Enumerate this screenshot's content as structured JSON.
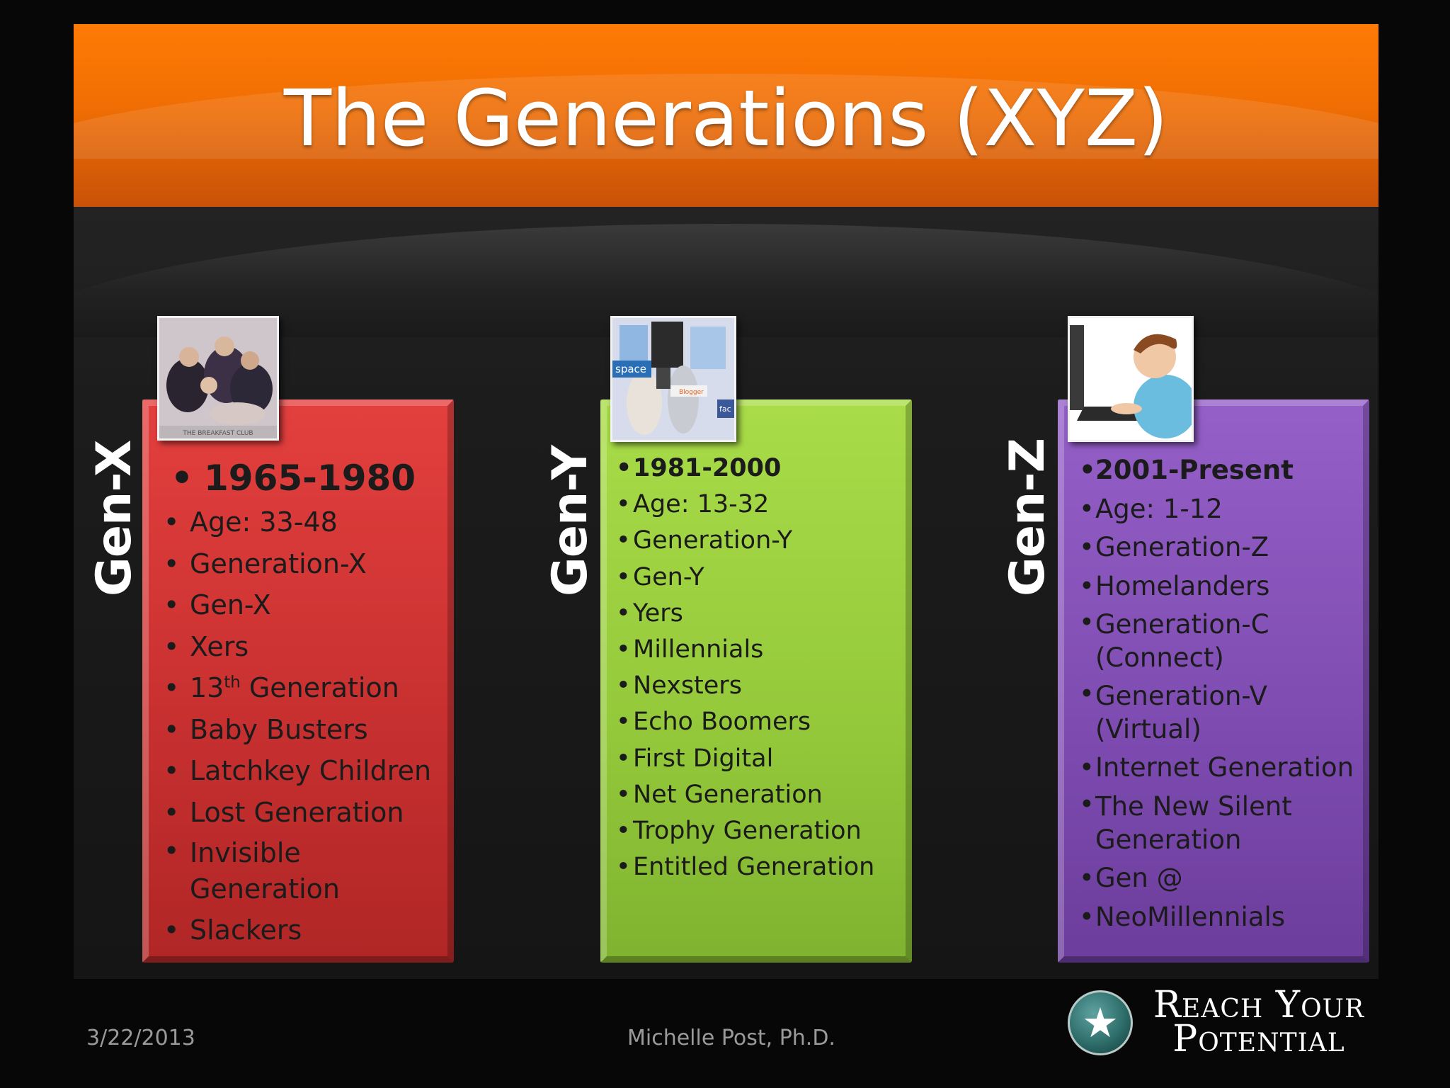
{
  "slide": {
    "title": "The Generations (XYZ)",
    "columns": [
      {
        "label": "Gen-X",
        "color": "#d63a38",
        "photo_icon": "breakfast-club-photo",
        "photo_caption": "THE BREAKFAST CLUB",
        "items": [
          "1965-1980",
          "Age: 33-48",
          "Generation-X",
          "Gen-X",
          "Xers",
          "13",
          "th",
          " Generation",
          "Baby Busters",
          "Latchkey Children",
          "Lost Generation",
          "Invisible",
          "Generation",
          "Slackers"
        ]
      },
      {
        "label": "Gen-Y",
        "color": "#9bcf3f",
        "photo_icon": "social-media-collage-photo",
        "photo_texts": [
          "space",
          "Blogger",
          "fac"
        ],
        "items": [
          "1981-2000",
          "Age: 13-32",
          "Generation-Y",
          "Gen-Y",
          "Yers",
          "Millennials",
          "Nexsters",
          "Echo Boomers",
          "First Digital",
          "Net Generation",
          "Trophy Generation",
          "Entitled Generation"
        ]
      },
      {
        "label": "Gen-Z",
        "color": "#8452b8",
        "photo_icon": "child-at-laptop-photo",
        "items": [
          "2001-Present",
          "Age: 1-12",
          "Generation-Z",
          "Homelanders",
          "Generation-C",
          "(Connect)",
          "Generation-V",
          "(Virtual)",
          "Internet Generation",
          "The New Silent",
          "Generation",
          "Gen @",
          "NeoMillennials"
        ]
      }
    ]
  },
  "footer": {
    "date": "3/22/2013",
    "author": "Michelle Post, Ph.D.",
    "logo_line1": "Reach Your",
    "logo_line2": "Potential",
    "logo_icon": "reaching-figure-icon"
  },
  "bullet": "•"
}
